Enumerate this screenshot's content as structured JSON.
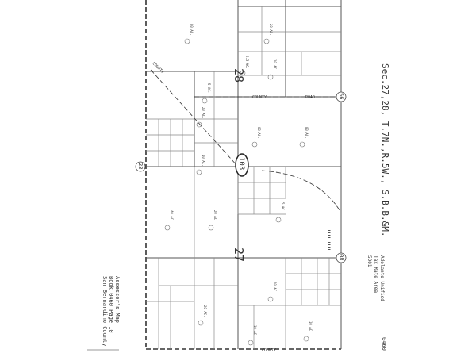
{
  "title": "Sec.27,28, T.7N.,R.5W., S.B.B.&M.",
  "map_ref": {
    "line1": "Assessor's Map",
    "line2": "Book 0460 Page 10",
    "line3": "San Bernardino County"
  },
  "tax_area": {
    "line1": "Adelanto Unified",
    "line2": "Tax Rate Area",
    "line3": "5001"
  },
  "book_number": "0460",
  "sections": {
    "north": "28",
    "south": "27"
  },
  "page_oval": "103",
  "adjacent_pages": {
    "left": "23",
    "right_top": "56",
    "right_bottom": "08"
  },
  "roads": {
    "county": "COUNTY",
    "road": "ROAD"
  },
  "acreage_labels": [
    "80 AC.",
    "20 AC.",
    "10 AC.",
    "5 AC.",
    "2.5 AC.",
    "80 AC.",
    "80 AC.",
    "20 AC.",
    "10 AC.",
    "5 AC.",
    "20 AC.",
    "40 AC.",
    "20 AC.",
    "10 AC.",
    "20 AC.",
    "10 AC."
  ]
}
